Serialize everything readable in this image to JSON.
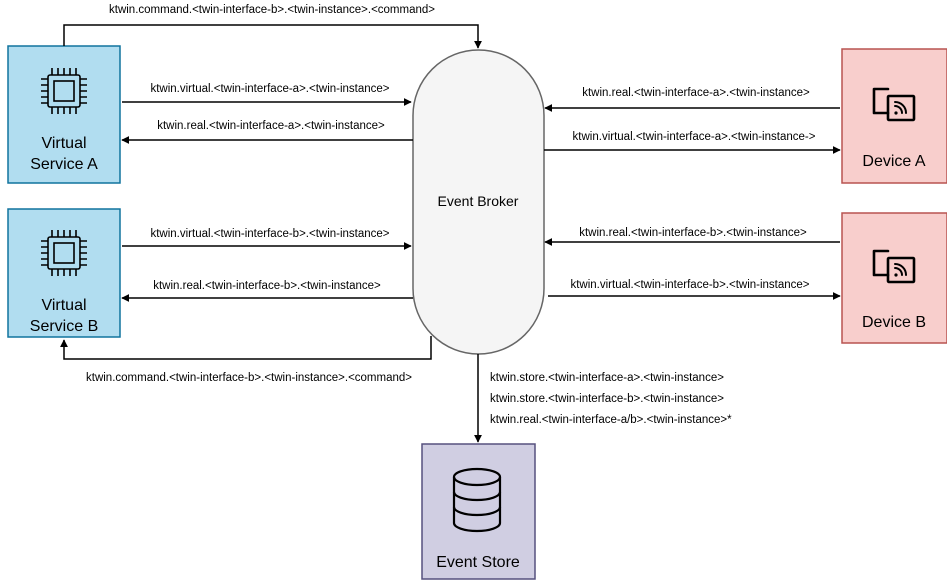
{
  "colors": {
    "virtual_fill": "#b1ddf0",
    "virtual_stroke": "#10739e",
    "device_fill": "#f8cecc",
    "device_stroke": "#b85450",
    "store_fill": "#d0cee2",
    "store_stroke": "#56517e",
    "broker_fill": "#f5f5f5",
    "broker_stroke": "#666666",
    "line": "#000000"
  },
  "nodes": {
    "virtual_service_a": {
      "line1": "Virtual",
      "line2": "Service A",
      "icon": "cpu-chip-icon"
    },
    "virtual_service_b": {
      "line1": "Virtual",
      "line2": "Service B",
      "icon": "cpu-chip-icon"
    },
    "device_a": {
      "label": "Device A",
      "icon": "device-signal-icon"
    },
    "device_b": {
      "label": "Device B",
      "icon": "device-signal-icon"
    },
    "event_broker": {
      "label": "Event Broker"
    },
    "event_store": {
      "label": "Event Store",
      "icon": "database-icon"
    }
  },
  "edges": {
    "command_top": "ktwin.command.<twin-interface-b>.<twin-instance>.<command>",
    "vsa_virtual": "ktwin.virtual.<twin-interface-a>.<twin-instance>",
    "vsa_real": "ktwin.real.<twin-interface-a>.<twin-instance>",
    "vsb_virtual": "ktwin.virtual.<twin-interface-b>.<twin-instance>",
    "vsb_real": "ktwin.real.<twin-interface-b>.<twin-instance>",
    "command_bottom": "ktwin.command.<twin-interface-b>.<twin-instance>.<command>",
    "da_real": "ktwin.real.<twin-interface-a>.<twin-instance>",
    "da_virtual": "ktwin.virtual.<twin-interface-a>.<twin-instance->",
    "db_real": "ktwin.real.<twin-interface-b>.<twin-instance>",
    "db_virtual": "ktwin.virtual.<twin-interface-b>.<twin-instance>",
    "store_1": "ktwin.store.<twin-interface-a>.<twin-instance>",
    "store_2": "ktwin.store.<twin-interface-b>.<twin-instance>",
    "store_3": "ktwin.real.<twin-interface-a/b>.<twin-instance>*"
  }
}
